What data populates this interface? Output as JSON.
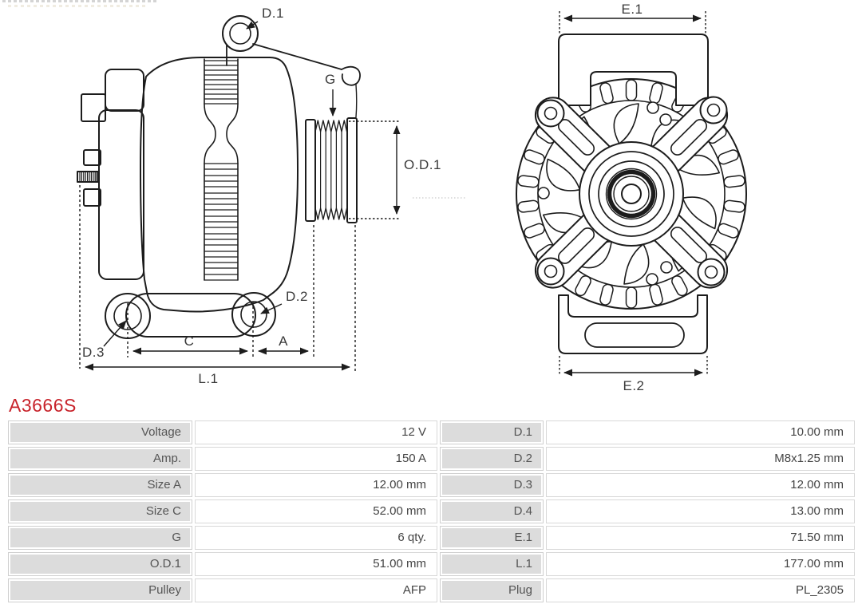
{
  "part_number": "A3666S",
  "colors": {
    "part_number_red": "#c8232b",
    "drawing_line": "#1c1c1c",
    "dim_label_gray": "#3a3a3a",
    "table_label_bg": "#dcdcdc",
    "table_border": "#cfcfcf"
  },
  "diagram": {
    "side_view_labels": {
      "d1": "D.1",
      "g": "G",
      "od1": "O.D.1",
      "d2": "D.2",
      "d3": "D.3",
      "c": "C",
      "a": "A",
      "l1": "L.1"
    },
    "front_view_labels": {
      "e1": "E.1",
      "e2": "E.2"
    }
  },
  "spec_table": {
    "rows": [
      {
        "label": "Voltage",
        "value": "12 V",
        "label2": "D.1",
        "value2": "10.00 mm"
      },
      {
        "label": "Amp.",
        "value": "150 A",
        "label2": "D.2",
        "value2": "M8x1.25 mm"
      },
      {
        "label": "Size A",
        "value": "12.00 mm",
        "label2": "D.3",
        "value2": "12.00 mm"
      },
      {
        "label": "Size C",
        "value": "52.00 mm",
        "label2": "D.4",
        "value2": "13.00 mm"
      },
      {
        "label": "G",
        "value": "6 qty.",
        "label2": "E.1",
        "value2": "71.50 mm"
      },
      {
        "label": "O.D.1",
        "value": "51.00 mm",
        "label2": "L.1",
        "value2": "177.00 mm"
      },
      {
        "label": "Pulley",
        "value": "AFP",
        "label2": "Plug",
        "value2": "PL_2305"
      }
    ]
  }
}
